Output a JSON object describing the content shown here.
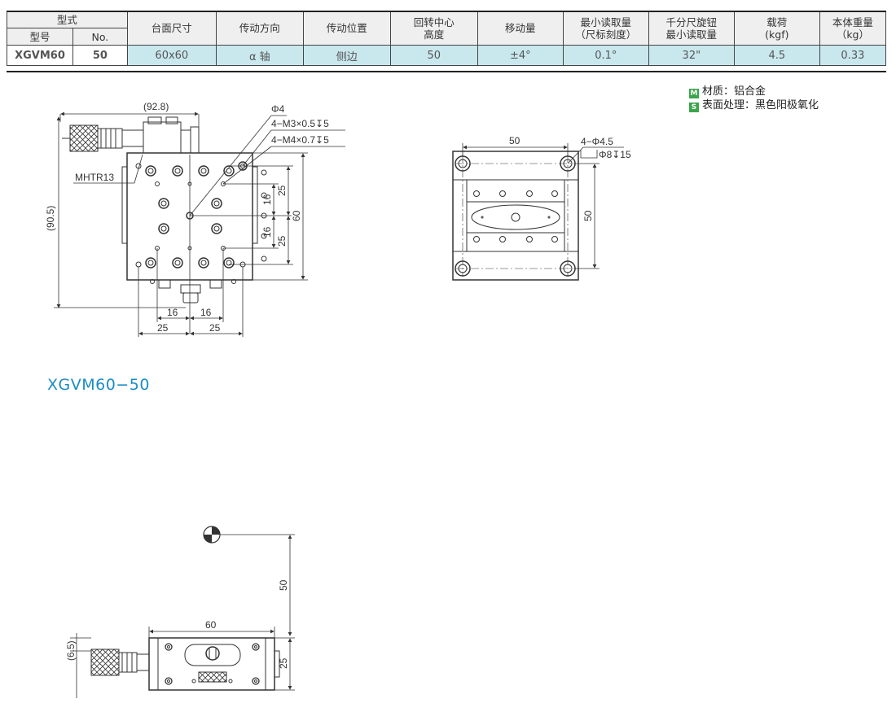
{
  "table": {
    "header_top": {
      "type": "型式"
    },
    "header_sub": {
      "model": "型号",
      "no": "No."
    },
    "headers": [
      "台面尺寸",
      "传动方向",
      "传动位置",
      [
        "回转中心",
        "高度"
      ],
      "移动量",
      [
        "最小读取量",
        "（尺标刻度）"
      ],
      [
        "千分尺旋钮",
        "最小读取量"
      ],
      [
        "载荷",
        "(kgf)"
      ],
      [
        "本体重量",
        "（kg）"
      ]
    ],
    "row": {
      "model": "XGVM60",
      "no": "50",
      "cells": [
        "60x60",
        "α 轴",
        "侧边",
        "50",
        "±4°",
        "0.1°",
        "32\"",
        "4.5",
        "0.33"
      ]
    }
  },
  "material": {
    "m_tag": "M",
    "m_text": "材质：铝合金",
    "s_tag": "S",
    "s_text": "表面处理：黑色阳极氧化"
  },
  "drawing_top": {
    "dim_width": "(92.8)",
    "dim_height": "(90.5)",
    "hole1": "Φ4",
    "hole2": "4−M3×0.5↧5",
    "hole3": "4−M4×0.7↧5",
    "knob_label": "MHTR13",
    "v16a": "16",
    "v25a": "25",
    "v60": "60",
    "v16b": "16",
    "v25b": "25",
    "h16a": "16",
    "h16b": "16",
    "h25a": "25",
    "h25b": "25"
  },
  "drawing_right": {
    "w50": "50",
    "holes": "4−Φ4.5",
    "cbore": "Φ8↧15",
    "h50": "50"
  },
  "section_title": "XGVM60−50",
  "drawing_bottom": {
    "v50": "50",
    "w60": "60",
    "d65": "(6.5)",
    "d25": "25"
  }
}
